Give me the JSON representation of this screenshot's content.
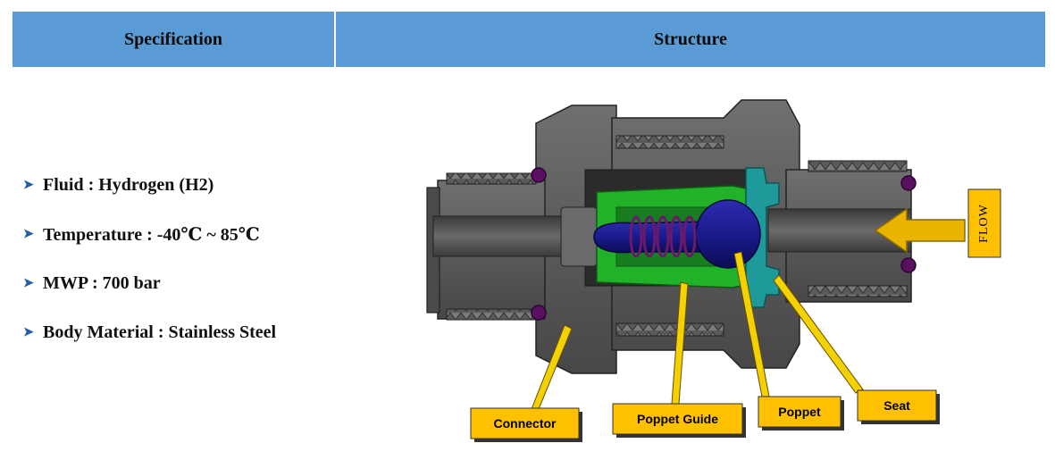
{
  "header": {
    "left_title": "Specification",
    "right_title": "Structure",
    "bg_color": "#5b9bd5"
  },
  "spec": {
    "items": [
      {
        "label": "Fluid : Hydrogen (H2)"
      },
      {
        "label": "Temperature : -40℃ ~ 85℃"
      },
      {
        "label": "MWP : 700 bar"
      },
      {
        "label": "Body Material : Stainless Steel"
      }
    ]
  },
  "diagram": {
    "callouts": {
      "connector": "Connector",
      "poppet_guide": "Poppet Guide",
      "poppet": "Poppet",
      "seat": "Seat"
    },
    "flow_label": "FLOW",
    "colors": {
      "body": "#5e5e5e",
      "body_dark": "#3c3c3c",
      "poppet_guide": "#22b22a",
      "poppet": "#1a1a8c",
      "seat": "#1f9a9a",
      "o_ring": "#5a1060",
      "callout_fill": "#ffc000",
      "arrow": "#f2d200"
    }
  }
}
